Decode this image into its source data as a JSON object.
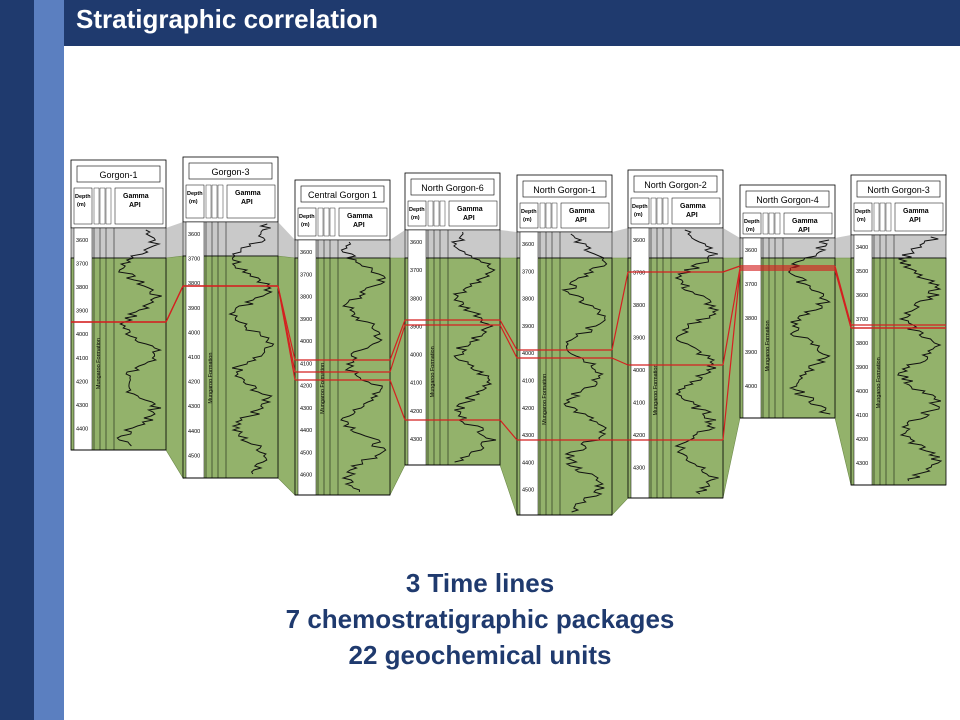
{
  "slide": {
    "title": "Stratigraphic correlation",
    "caption": {
      "line1": "3 Time lines",
      "line2": "7 chemostratigraphic packages",
      "line3": "22 geochemical units"
    }
  },
  "colors": {
    "sidebar_dark": "#1f3a6e",
    "sidebar_light": "#5b7fc0",
    "log_green": "#93b26b",
    "time_line_red": "#d42020",
    "overburden_grey": "#c9c9c9",
    "caption_blue": "#1f3a6e"
  },
  "track_headers": {
    "depth": "Depth (m)",
    "gamma": "Gamma API"
  },
  "wells": [
    {
      "name": "Gorgon-1",
      "formation": "Mungaroo Formation",
      "depths": [
        "3600",
        "3700",
        "3800",
        "3900",
        "4000",
        "4100",
        "4200",
        "4300",
        "4400"
      ]
    },
    {
      "name": "Gorgon-3",
      "formation": "Mungaroo Formation",
      "depths": [
        "3600",
        "3700",
        "3800",
        "3900",
        "4000",
        "4100",
        "4200",
        "4300",
        "4400",
        "4500"
      ]
    },
    {
      "name": "Central Gorgon 1",
      "formation": "Mungaroo Formation",
      "depths": [
        "3600",
        "3700",
        "3800",
        "3900",
        "4000",
        "4100",
        "4200",
        "4300",
        "4400",
        "4500",
        "4600"
      ]
    },
    {
      "name": "North Gorgon-6",
      "formation": "Mungaroo Formation",
      "depths": [
        "3600",
        "3700",
        "3800",
        "3900",
        "4000",
        "4100",
        "4200",
        "4300"
      ]
    },
    {
      "name": "North Gorgon-1",
      "formation": "Mungaroo Formation",
      "depths": [
        "3600",
        "3700",
        "3800",
        "3900",
        "4000",
        "4100",
        "4200",
        "4300",
        "4400",
        "4500"
      ]
    },
    {
      "name": "North Gorgon-2",
      "formation": "Mungaroo Formation",
      "depths": [
        "3600",
        "3700",
        "3800",
        "3900",
        "4000",
        "4100",
        "4200",
        "4300"
      ]
    },
    {
      "name": "North Gorgon-4",
      "formation": "Mungaroo Formation",
      "depths": [
        "3600",
        "3700",
        "3800",
        "3900",
        "4000"
      ]
    },
    {
      "name": "North Gorgon-3",
      "formation": "Mungaroo Formation",
      "depths": [
        "3400",
        "3500",
        "3600",
        "3700",
        "3800",
        "3900",
        "4000",
        "4100",
        "4200",
        "4300"
      ]
    }
  ]
}
